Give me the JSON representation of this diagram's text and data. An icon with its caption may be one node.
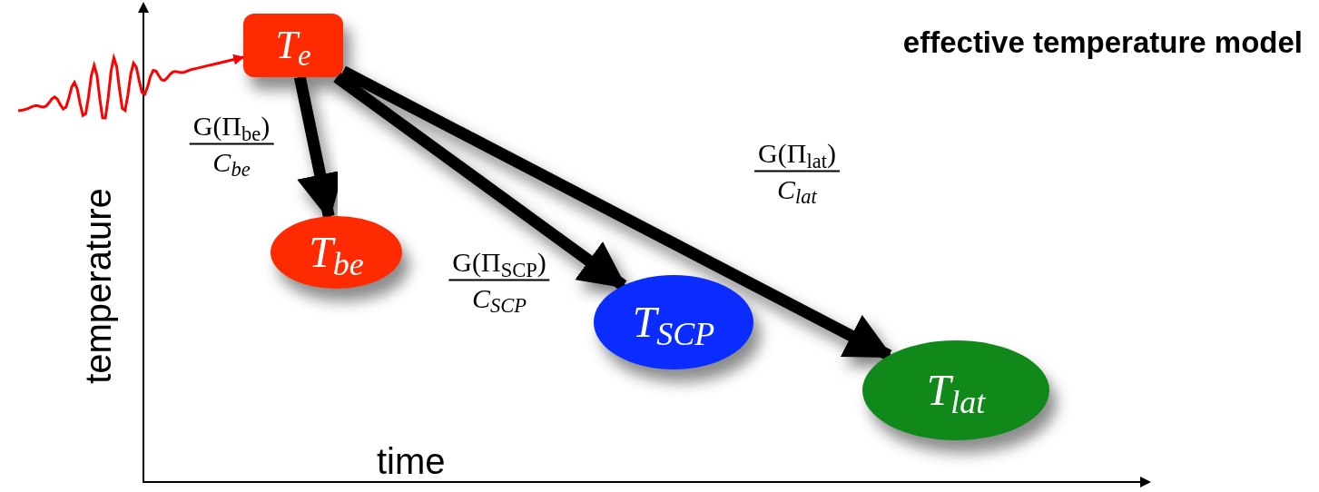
{
  "diagram": {
    "title": "effective temperature model",
    "nodes": [
      {
        "text": [
          "T$_{e}$"
        ]
      },
      {
        "text": [
          "T$_{be}$"
        ]
      },
      {
        "text": [
          "T$_{SCP}$"
        ]
      },
      {
        "text": [
          "T$_{lat}$"
        ]
      }
    ],
    "edges": [
      {
        "from": null,
        "to": 0,
        "arrow": "to",
        "color": "#ff0000"
      },
      {
        "from": 0,
        "to": 1,
        "arrow": "to",
        "label": "G(Π$_{be}$) C$_{be}$"
      },
      {
        "from": 0,
        "to": 2,
        "arrow": "to",
        "label": "G(Π$_{SCP}$) C$_{SCP}$"
      },
      {
        "from": 0,
        "to": 3,
        "arrow": "to",
        "label": "G(Π$_{lat}$) C$_{lat}$"
      }
    ],
    "labels": [
      "temperature",
      "time"
    ]
  }
}
